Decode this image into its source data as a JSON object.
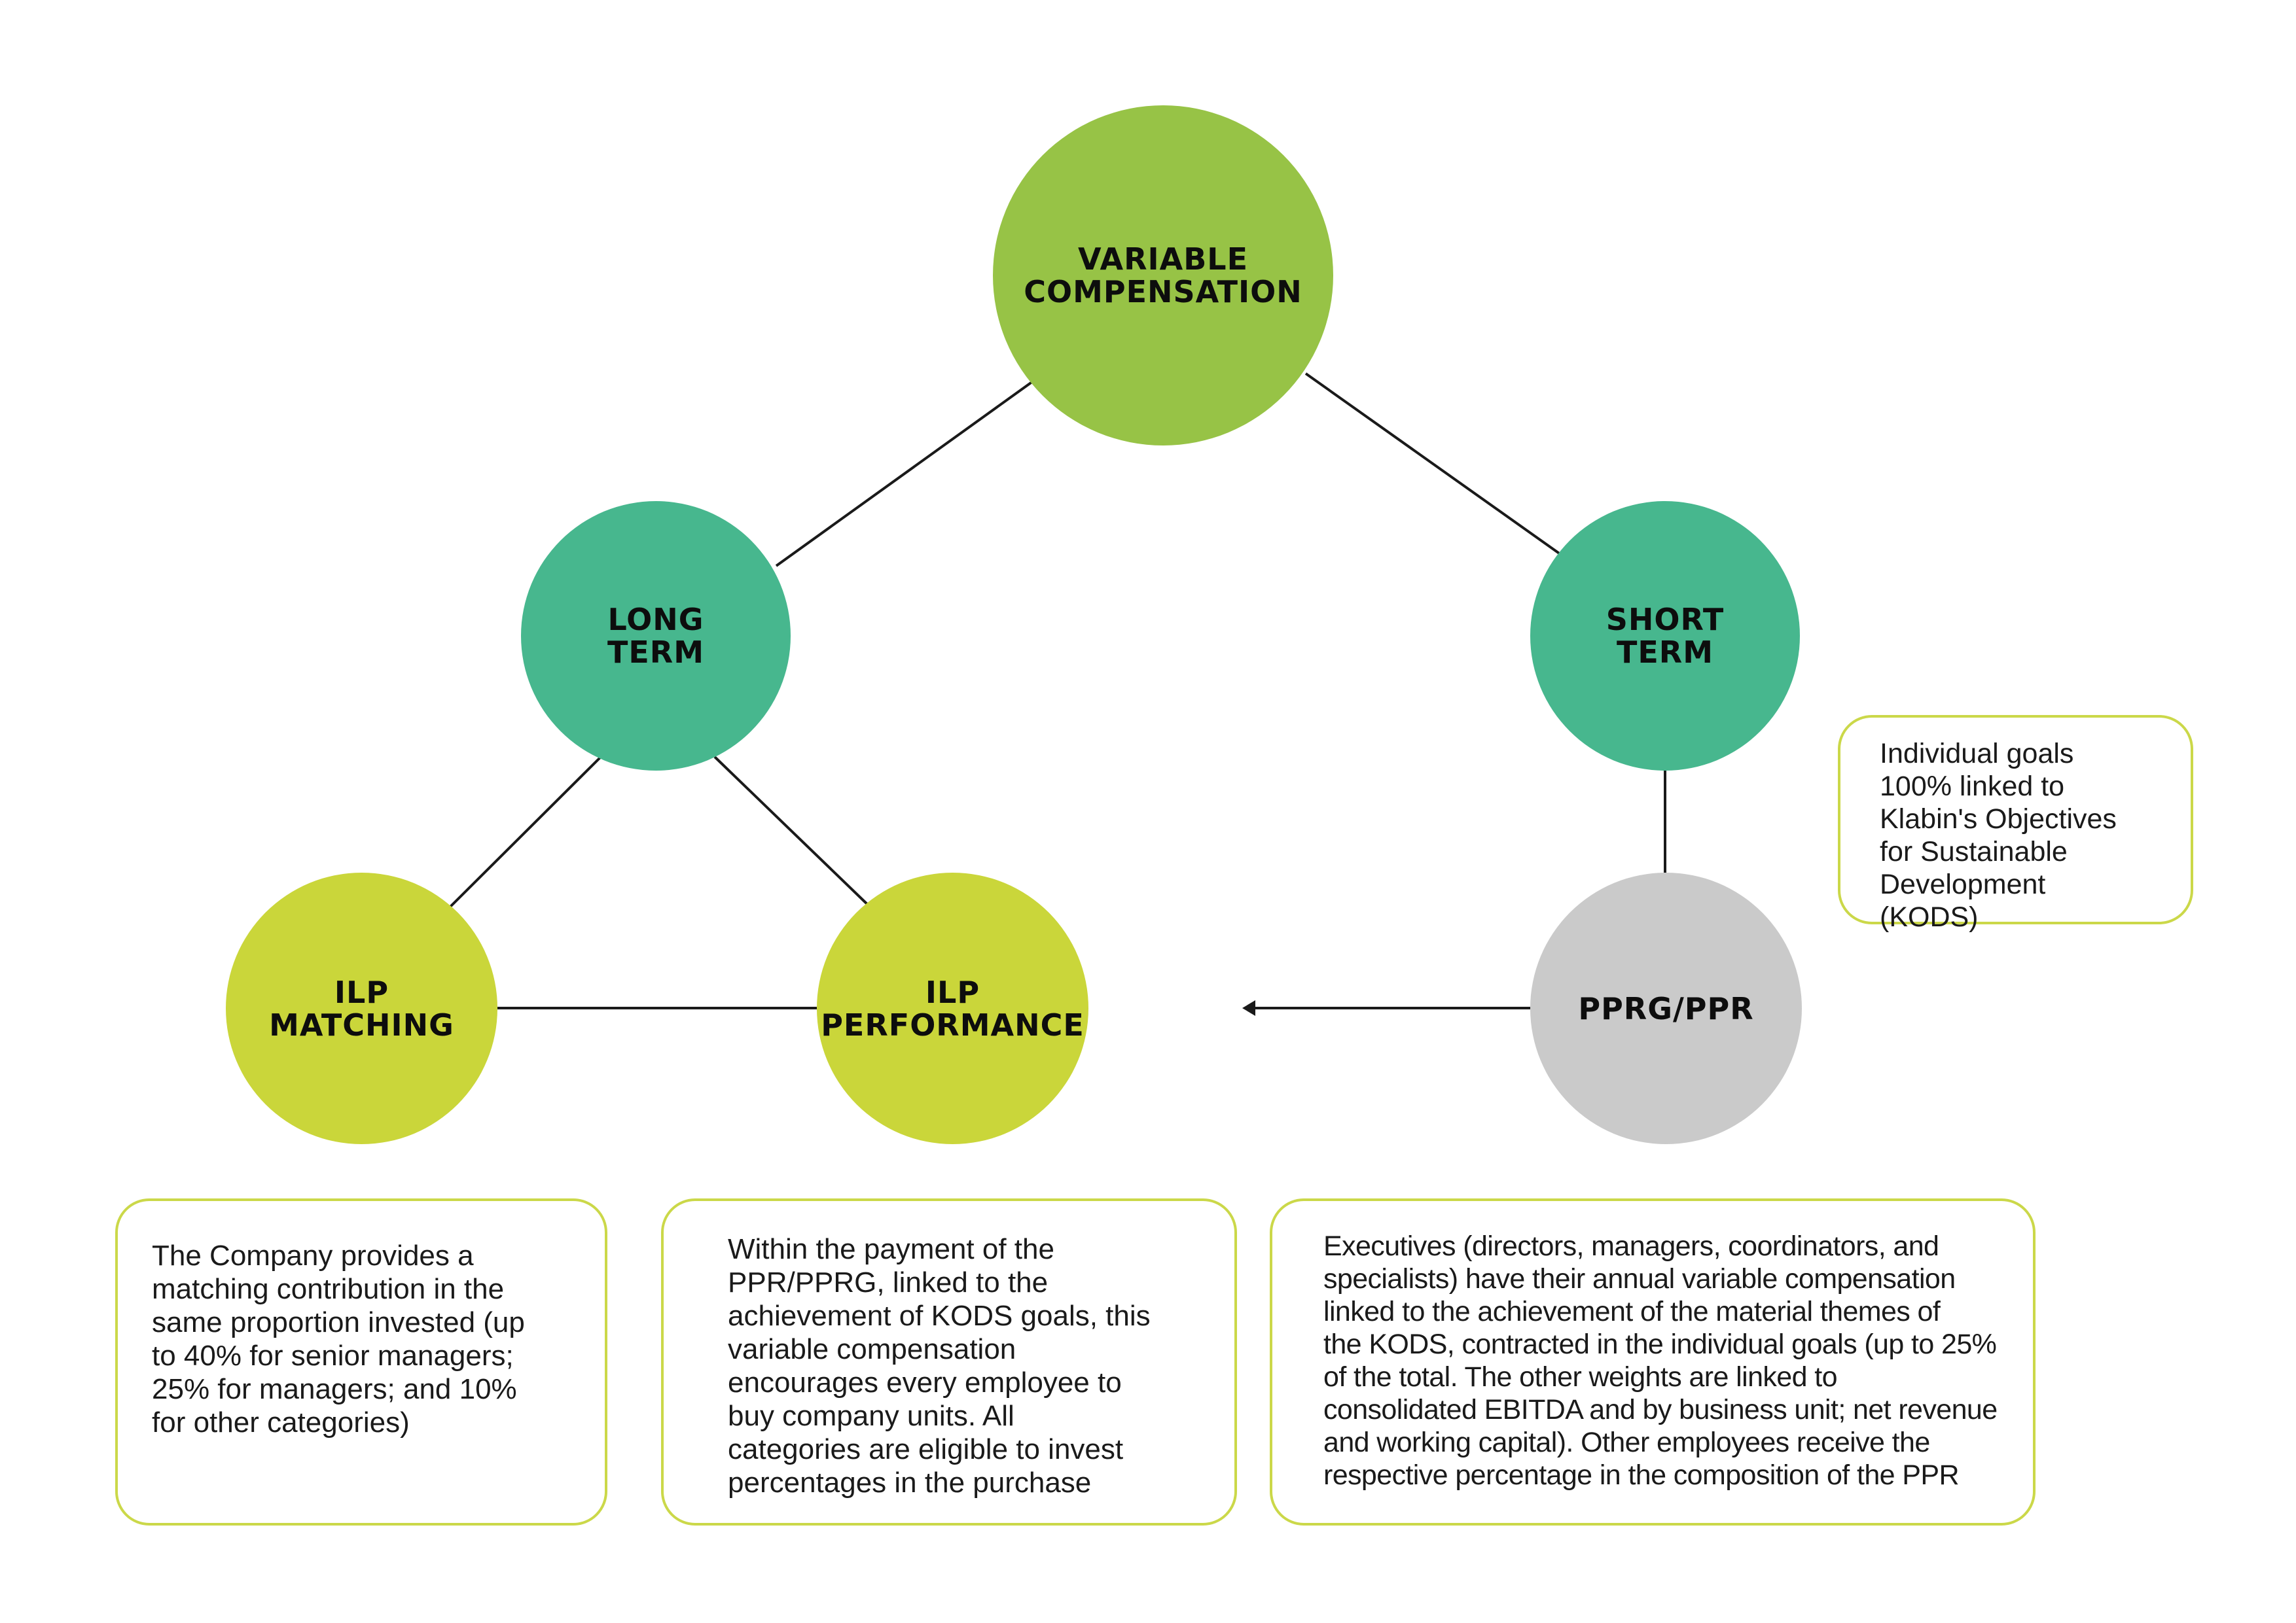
{
  "colors": {
    "primary_green": "#97c346",
    "teal": "#47b78e",
    "lime": "#cad63a",
    "gray": "#cacaca",
    "box_border": "#cbd849",
    "connector": "#1a1a1a"
  },
  "nodes": {
    "variable": "VARIABLE\nCOMPENSATION",
    "long_term": "LONG\nTERM",
    "short_term": "SHORT\nTERM",
    "ilp_matching": "ILP\nMATCHING",
    "ilp_performance": "ILP\nPERFORMANCE",
    "pprg_ppr": "PPRG/PPR"
  },
  "boxes": {
    "individual_goals": "Individual goals\n100% linked to\nKlabin's Objectives\nfor Sustainable\nDevelopment (KODS)",
    "matching": "The Company provides a\nmatching contribution in the\nsame proportion invested (up\nto 40% for senior managers;\n25% for managers; and 10%\nfor other categories)",
    "performance": "Within the payment of the\nPPR/PPRG, linked to the\nachievement of KODS goals, this\nvariable compensation\nencourages every employee to\nbuy company units. All\ncategories are eligible to invest\npercentages in the purchase",
    "executives": "Executives (directors, managers, coordinators, and\nspecialists) have their annual variable compensation\nlinked to the achievement of the material themes of\nthe KODS, contracted in the individual goals (up to 25%\nof the total. The other weights are linked to\nconsolidated EBITDA and by business unit; net revenue\nand working capital). Other employees receive the\nrespective percentage in the composition of the PPR"
  }
}
